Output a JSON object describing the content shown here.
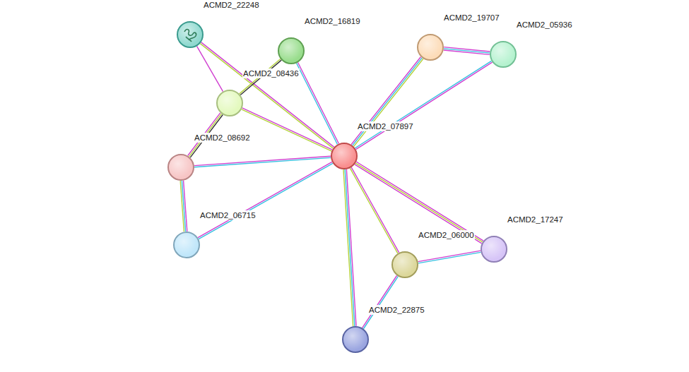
{
  "diagram": {
    "nodes": [
      {
        "text": [
          "ACMD2_22248"
        ]
      },
      {
        "text": [
          "ACMD2_16819"
        ]
      },
      {
        "text": [
          "ACMD2_19707"
        ]
      },
      {
        "text": [
          "ACMD2_05936"
        ]
      },
      {
        "text": [
          "ACMD2_08436"
        ]
      },
      {
        "text": [
          "ACMD2_07897"
        ]
      },
      {
        "text": [
          "ACMD2_08692"
        ]
      },
      {
        "text": [
          "ACMD2_06715"
        ]
      },
      {
        "text": [
          "ACMD2_17247"
        ]
      },
      {
        "text": [
          "ACMD2_06000"
        ]
      },
      {
        "text": [
          "ACMD2_22875"
        ]
      }
    ],
    "edges": [
      {
        "from": 0,
        "to": 5,
        "arrow": "none"
      },
      {
        "from": 0,
        "to": 4,
        "arrow": "none"
      },
      {
        "from": 1,
        "to": 4,
        "arrow": "none"
      },
      {
        "from": 1,
        "to": 5,
        "arrow": "none"
      },
      {
        "from": 2,
        "to": 5,
        "arrow": "none"
      },
      {
        "from": 2,
        "to": 3,
        "arrow": "none"
      },
      {
        "from": 3,
        "to": 5,
        "arrow": "none"
      },
      {
        "from": 4,
        "to": 5,
        "arrow": "none"
      },
      {
        "from": 4,
        "to": 6,
        "arrow": "none"
      },
      {
        "from": 6,
        "to": 5,
        "arrow": "none"
      },
      {
        "from": 6,
        "to": 7,
        "arrow": "none"
      },
      {
        "from": 7,
        "to": 5,
        "arrow": "none"
      },
      {
        "from": 9,
        "to": 5,
        "arrow": "none"
      },
      {
        "from": 8,
        "to": 5,
        "arrow": "none"
      },
      {
        "from": 9,
        "to": 8,
        "arrow": "none"
      },
      {
        "from": 10,
        "to": 5,
        "arrow": "none"
      },
      {
        "from": 10,
        "to": 9,
        "arrow": "none"
      }
    ]
  }
}
